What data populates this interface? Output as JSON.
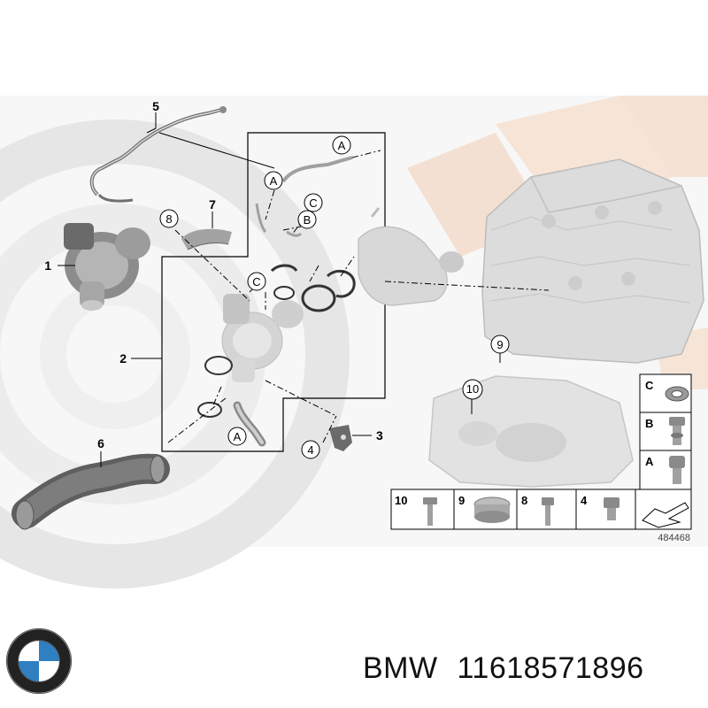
{
  "diagram": {
    "callouts": {
      "n1": "1",
      "n2": "2",
      "n3": "3",
      "n4": "4",
      "n5": "5",
      "n6": "6",
      "n7": "7",
      "n8": "8",
      "n9": "9",
      "n10": "10"
    },
    "letters": {
      "a": "A",
      "b": "B",
      "c": "C"
    },
    "kit_legend": [
      "C",
      "B",
      "A"
    ],
    "fastener_legend": [
      "10",
      "9",
      "8",
      "4"
    ],
    "figure_number": "484468"
  },
  "brand": {
    "name": "BMW",
    "part_number": "11618571896"
  },
  "colors": {
    "watermark_gray": "#e4e4e4",
    "watermark_peach": "#f6e2d4",
    "line": "#000000",
    "part_gray": "#9a9a9a"
  }
}
